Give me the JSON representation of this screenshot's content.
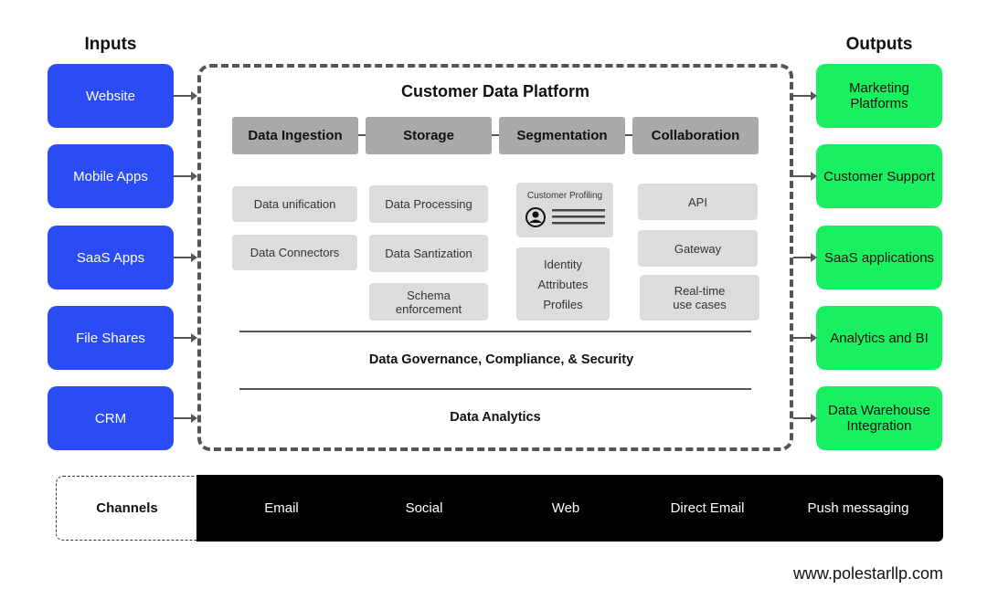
{
  "inputs": {
    "heading": "Inputs",
    "items": [
      "Website",
      "Mobile Apps",
      "SaaS Apps",
      "File Shares",
      "CRM"
    ]
  },
  "outputs": {
    "heading": "Outputs",
    "items": [
      "Marketing Platforms",
      "Customer Support",
      "SaaS applications",
      "Analytics and BI",
      "Data Warehouse Integration"
    ]
  },
  "platform": {
    "title": "Customer Data Platform",
    "categories": [
      "Data Ingestion",
      "Storage",
      "Segmentation",
      "Collaboration"
    ],
    "ingestion": [
      "Data unification",
      "Data Connectors"
    ],
    "storage": [
      "Data Processing",
      "Data Santization",
      "Schema enforcement"
    ],
    "segmentation": {
      "profiling_label": "Customer Profiling",
      "identity": [
        "Identity",
        "Attributes",
        "Profiles"
      ]
    },
    "collaboration": [
      "API",
      "Gateway",
      "Real-time use cases"
    ],
    "governance": "Data Governance, Compliance, & Security",
    "analytics": "Data Analytics"
  },
  "channels": {
    "label": "Channels",
    "items": [
      "Email",
      "Social",
      "Web",
      "Direct Email",
      "Push messaging"
    ]
  },
  "website": "www.polestarllp.com",
  "colors": {
    "input_blue": "#2b4cf5",
    "output_green": "#19f060",
    "category_gray": "#a9a9a9",
    "item_gray": "#dcdcdc",
    "channel_bar": "#000000"
  }
}
